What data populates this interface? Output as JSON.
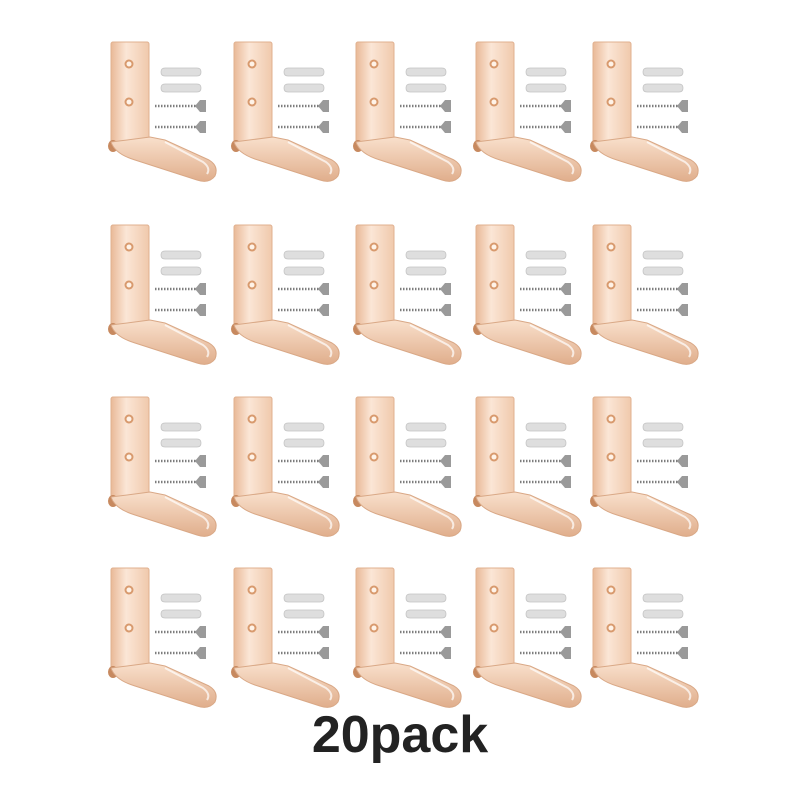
{
  "caption": "20pack",
  "product": {
    "columns": 5,
    "rows": 4,
    "item": "folding-wall-hook-with-anchors-and-screws",
    "colors": {
      "metal": "#f3d2b8",
      "metal_shadow": "#d9a886",
      "anchor": "#dcdcdc",
      "screw": "#8a8a8a"
    }
  }
}
